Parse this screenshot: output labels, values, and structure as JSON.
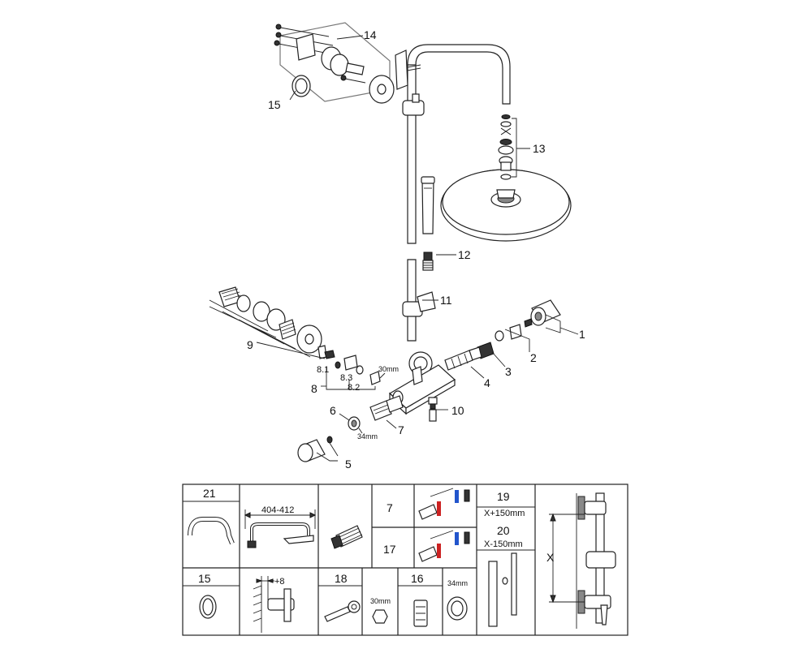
{
  "callouts": {
    "c1": "1",
    "c2": "2",
    "c3": "3",
    "c4": "4",
    "c5": "5",
    "c6": "6",
    "c7": "7",
    "c8": "8",
    "c8_1": "8.1",
    "c8_2": "8.2",
    "c8_3": "8.3",
    "c9": "9",
    "c10": "10",
    "c11": "11",
    "c12": "12",
    "c13": "13",
    "c14": "14",
    "c15": "15"
  },
  "dimensions": {
    "nut_30mm": "30mm",
    "nut_34mm": "34mm"
  },
  "table": {
    "cell_21": "21",
    "dim_404_412": "404-412",
    "cell_7": "7",
    "cell_17": "17",
    "cell_19": "19",
    "dim_x_plus": "X+150mm",
    "cell_20": "20",
    "dim_x_minus": "X-150mm",
    "cell_15": "15",
    "dim_plus8": "+8",
    "cell_18": "18",
    "dim_30mm": "30mm",
    "cell_16": "16",
    "dim_34mm": "34mm",
    "dim_x": "X"
  },
  "icons": {
    "thermometer_red": "#cc2222",
    "thermometer_blue": "#2255cc"
  }
}
